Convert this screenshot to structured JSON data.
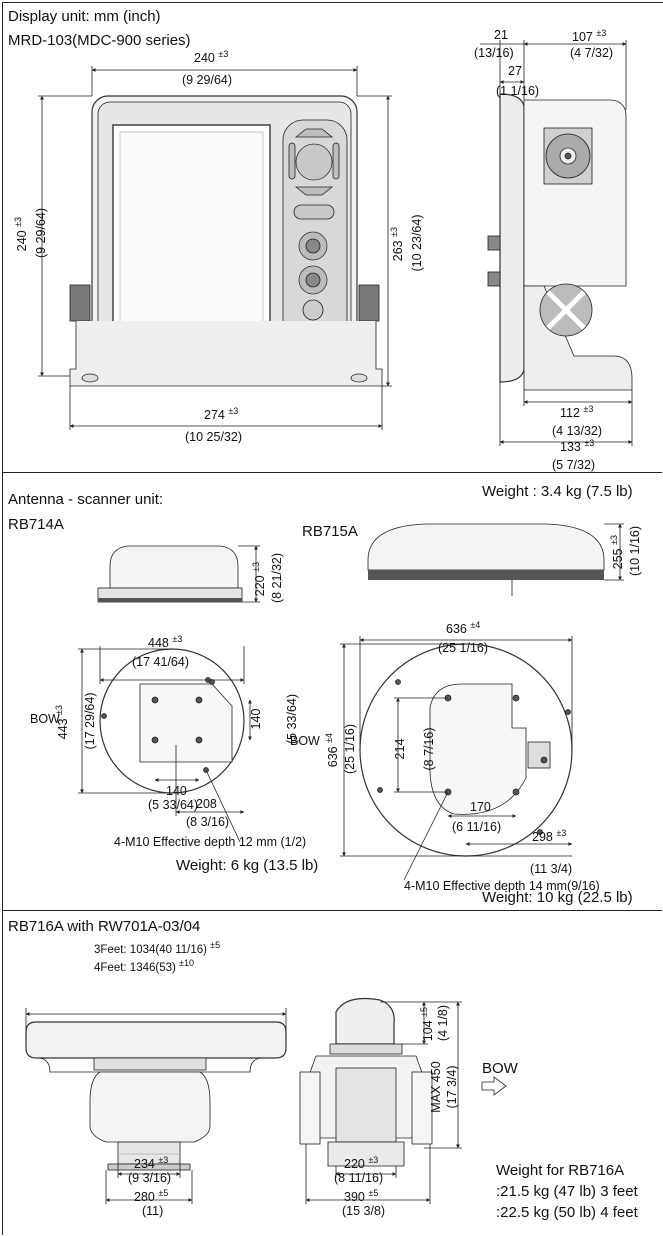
{
  "display": {
    "unit_note": "Display unit: mm (inch)",
    "model": "MRD-103(MDC-900 series)",
    "width_top": "240",
    "width_top_tol": "±3",
    "width_top_in": "(9 29/64)",
    "height_left": "240",
    "height_left_tol": "±3",
    "height_left_in": "(9 29/64)",
    "height_right": "263",
    "height_right_tol": "±3",
    "height_right_in": "(10 23/64)",
    "base_width": "274",
    "base_width_tol": "±3",
    "base_width_in": "(10 25/32)",
    "side_a": "21",
    "side_a_in": "(13/16)",
    "side_b": "107",
    "side_b_tol": "±3",
    "side_b_in": "(4 7/32)",
    "side_c": "27",
    "side_c_in": "(1 1/16)",
    "side_d": "112",
    "side_d_tol": "±3",
    "side_d_in": "(4 13/32)",
    "side_e": "133",
    "side_e_tol": "±3",
    "side_e_in": "(5 7/32)",
    "weight": "Weight : 3.4 kg (7.5 lb)"
  },
  "antenna": {
    "heading": "Antenna - scanner unit:",
    "rb714a": {
      "name": "RB714A",
      "height": "220",
      "height_tol": "±3",
      "height_in": "(8 21/32)",
      "width": "448",
      "width_tol": "±3",
      "width_in": "(17 41/64)",
      "depth": "443",
      "depth_tol": "±3",
      "depth_in": "(17 29/64)",
      "bow": "BOW",
      "hole_v": "140",
      "hole_v_in": "(5 33/64)",
      "hole_h": "140",
      "hole_h_in": "(5 33/64)",
      "offset": "208",
      "offset_in": "(8 3/16)",
      "bolt_note": "4-M10 Effective depth 12 mm (1/2)",
      "weight": "Weight: 6 kg (13.5 lb)"
    },
    "rb715a": {
      "name": "RB715A",
      "height": "255",
      "height_tol": "±3",
      "height_in": "(10 1/16)",
      "width": "636",
      "width_tol": "±4",
      "width_in": "(25 1/16)",
      "depth": "636",
      "depth_tol": "±4",
      "depth_in": "(25 1/16)",
      "bow": "BOW",
      "hole_v": "214",
      "hole_v_in": "(8 7/16)",
      "hole_h": "170",
      "hole_h_in": "(6 11/16)",
      "offset": "298",
      "offset_tol": "±3",
      "offset_in": "(11 3/4)",
      "bolt_note": "4-M10 Effective depth 14 mm(9/16)",
      "weight": "Weight: 10 kg (22.5 lb)"
    }
  },
  "rb716a": {
    "heading": "RB716A with RW701A-03/04",
    "len3": "3Feet: 1034(40 11/16)",
    "len3_tol": "±5",
    "len4": "4Feet: 1346(53)",
    "len4_tol": "±10",
    "base_a": "234",
    "base_a_tol": "±3",
    "base_a_in": "(9 3/16)",
    "base_b": "280",
    "base_b_tol": "±5",
    "base_b_in": "(11)",
    "side_a": "220",
    "side_a_tol": "±3",
    "side_a_in": "(8 11/16)",
    "side_b": "390",
    "side_b_tol": "±5",
    "side_b_in": "(15 3/8)",
    "top_h": "104",
    "top_h_tol": "±5",
    "top_h_in": "(4 1/8)",
    "max_h": "MAX 450",
    "max_h_in": "(17 3/4)",
    "bow": "BOW",
    "weight_title": "Weight for RB716A",
    "weight_3": ":21.5 kg (47 lb) 3 feet",
    "weight_4": ":22.5 kg (50 lb) 4 feet"
  }
}
